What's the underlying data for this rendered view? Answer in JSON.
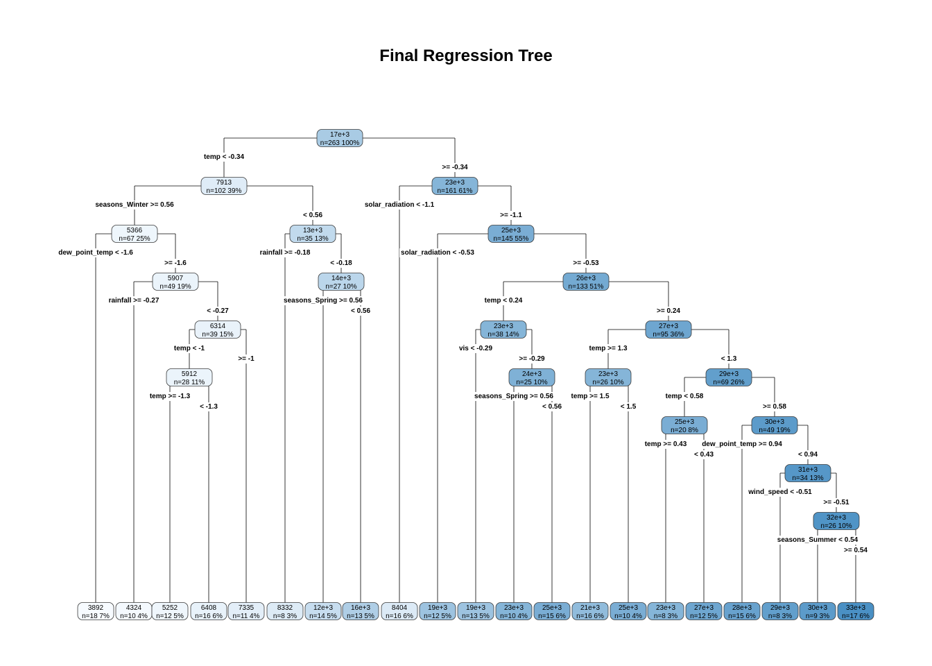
{
  "title": "Final Regression Tree",
  "palette": {
    "low": "#f7fbff",
    "high": "#4a90c4",
    "border": "#3a3a3a"
  },
  "nodes": [
    {
      "id": "n1",
      "parent": null,
      "value": "17e+3",
      "info": "n=263  100%",
      "v": 17000
    },
    {
      "id": "n2",
      "parent": "n1",
      "value": "7913",
      "info": "n=102  39%",
      "v": 7913,
      "edge_label": "temp < -0.34"
    },
    {
      "id": "n3",
      "parent": "n1",
      "value": "23e+3",
      "info": "n=161  61%",
      "v": 23000,
      "edge_label": ">= -0.34"
    },
    {
      "id": "n4",
      "parent": "n2",
      "value": "5366",
      "info": "n=67  25%",
      "v": 5366,
      "edge_label": "seasons_Winter >= 0.56"
    },
    {
      "id": "n5",
      "parent": "n2",
      "value": "13e+3",
      "info": "n=35  13%",
      "v": 13000,
      "edge_label": "< 0.56"
    },
    {
      "id": "n8",
      "parent": "n4",
      "value": "3892",
      "info": "n=18  7%",
      "v": 3892,
      "edge_label": "dew_point_temp < -1.6",
      "leaf": true
    },
    {
      "id": "n9",
      "parent": "n4",
      "value": "5907",
      "info": "n=49  19%",
      "v": 5907,
      "edge_label": ">= -1.6"
    },
    {
      "id": "n18",
      "parent": "n9",
      "value": "4324",
      "info": "n=10  4%",
      "v": 4324,
      "edge_label": "rainfall >= -0.27",
      "leaf": true
    },
    {
      "id": "n19",
      "parent": "n9",
      "value": "6314",
      "info": "n=39  15%",
      "v": 6314,
      "edge_label": "< -0.27"
    },
    {
      "id": "n38",
      "parent": "n19",
      "value": "5912",
      "info": "n=28  11%",
      "v": 5912,
      "edge_label": "temp < -1"
    },
    {
      "id": "n39",
      "parent": "n19",
      "value": "7335",
      "info": "n=11  4%",
      "v": 7335,
      "edge_label": ">= -1",
      "leaf": true
    },
    {
      "id": "n76",
      "parent": "n38",
      "value": "5252",
      "info": "n=12  5%",
      "v": 5252,
      "edge_label": "temp >= -1.3",
      "leaf": true
    },
    {
      "id": "n77",
      "parent": "n38",
      "value": "6408",
      "info": "n=16  6%",
      "v": 6408,
      "edge_label": "< -1.3",
      "leaf": true
    },
    {
      "id": "n10",
      "parent": "n5",
      "value": "8332",
      "info": "n=8  3%",
      "v": 8332,
      "edge_label": "rainfall >= -0.18",
      "leaf": true
    },
    {
      "id": "n11",
      "parent": "n5",
      "value": "14e+3",
      "info": "n=27  10%",
      "v": 14000,
      "edge_label": "< -0.18"
    },
    {
      "id": "n22",
      "parent": "n11",
      "value": "12e+3",
      "info": "n=14  5%",
      "v": 12000,
      "edge_label": "seasons_Spring >= 0.56",
      "leaf": true
    },
    {
      "id": "n23",
      "parent": "n11",
      "value": "16e+3",
      "info": "n=13  5%",
      "v": 16000,
      "edge_label": "< 0.56",
      "leaf": true
    },
    {
      "id": "n6",
      "parent": "n3",
      "value": "8404",
      "info": "n=16  6%",
      "v": 8404,
      "edge_label": "solar_radiation < -1.1",
      "leaf": true
    },
    {
      "id": "n7",
      "parent": "n3",
      "value": "25e+3",
      "info": "n=145  55%",
      "v": 25000,
      "edge_label": ">= -1.1"
    },
    {
      "id": "n14",
      "parent": "n7",
      "value": "19e+3",
      "info": "n=12  5%",
      "v": 19000,
      "edge_label": "solar_radiation < -0.53",
      "leaf": true
    },
    {
      "id": "n15",
      "parent": "n7",
      "value": "26e+3",
      "info": "n=133  51%",
      "v": 26000,
      "edge_label": ">= -0.53"
    },
    {
      "id": "n30",
      "parent": "n15",
      "value": "23e+3",
      "info": "n=38  14%",
      "v": 23000,
      "edge_label": "temp < 0.24"
    },
    {
      "id": "n31",
      "parent": "n15",
      "value": "27e+3",
      "info": "n=95  36%",
      "v": 27000,
      "edge_label": ">= 0.24"
    },
    {
      "id": "n60",
      "parent": "n30",
      "value": "19e+3",
      "info": "n=13  5%",
      "v": 19000,
      "edge_label": "vis < -0.29",
      "leaf": true
    },
    {
      "id": "n61",
      "parent": "n30",
      "value": "24e+3",
      "info": "n=25  10%",
      "v": 24000,
      "edge_label": ">= -0.29"
    },
    {
      "id": "n122",
      "parent": "n61",
      "value": "23e+3",
      "info": "n=10  4%",
      "v": 23000,
      "edge_label": "seasons_Spring >= 0.56",
      "leaf": true
    },
    {
      "id": "n123",
      "parent": "n61",
      "value": "25e+3",
      "info": "n=15  6%",
      "v": 25000,
      "edge_label": "< 0.56",
      "leaf": true
    },
    {
      "id": "n62",
      "parent": "n31",
      "value": "23e+3",
      "info": "n=26  10%",
      "v": 23000,
      "edge_label": "temp >= 1.3"
    },
    {
      "id": "n63",
      "parent": "n31",
      "value": "29e+3",
      "info": "n=69  26%",
      "v": 29000,
      "edge_label": "< 1.3"
    },
    {
      "id": "n124",
      "parent": "n62",
      "value": "21e+3",
      "info": "n=16  6%",
      "v": 21000,
      "edge_label": "temp >= 1.5",
      "leaf": true
    },
    {
      "id": "n125",
      "parent": "n62",
      "value": "25e+3",
      "info": "n=10  4%",
      "v": 25000,
      "edge_label": "< 1.5",
      "leaf": true
    },
    {
      "id": "n126",
      "parent": "n63",
      "value": "25e+3",
      "info": "n=20  8%",
      "v": 25000,
      "edge_label": "temp < 0.58"
    },
    {
      "id": "n127",
      "parent": "n63",
      "value": "30e+3",
      "info": "n=49  19%",
      "v": 30000,
      "edge_label": ">= 0.58"
    },
    {
      "id": "n252",
      "parent": "n126",
      "value": "23e+3",
      "info": "n=8  3%",
      "v": 23000,
      "edge_label": "temp >= 0.43",
      "leaf": true
    },
    {
      "id": "n253",
      "parent": "n126",
      "value": "27e+3",
      "info": "n=12  5%",
      "v": 27000,
      "edge_label": "< 0.43",
      "leaf": true
    },
    {
      "id": "n254",
      "parent": "n127",
      "value": "28e+3",
      "info": "n=15  6%",
      "v": 28000,
      "edge_label": "dew_point_temp >= 0.94",
      "leaf": true
    },
    {
      "id": "n255",
      "parent": "n127",
      "value": "31e+3",
      "info": "n=34  13%",
      "v": 31000,
      "edge_label": "< 0.94"
    },
    {
      "id": "n510",
      "parent": "n255",
      "value": "29e+3",
      "info": "n=8  3%",
      "v": 29000,
      "edge_label": "wind_speed < -0.51",
      "leaf": true
    },
    {
      "id": "n511",
      "parent": "n255",
      "value": "32e+3",
      "info": "n=26  10%",
      "v": 32000,
      "edge_label": ">= -0.51"
    },
    {
      "id": "n1022",
      "parent": "n511",
      "value": "30e+3",
      "info": "n=9  3%",
      "v": 30000,
      "edge_label": "seasons_Summer < 0.54",
      "leaf": true
    },
    {
      "id": "n1023",
      "parent": "n511",
      "value": "33e+3",
      "info": "n=17  6%",
      "v": 33000,
      "edge_label": ">= 0.54",
      "leaf": true
    }
  ]
}
